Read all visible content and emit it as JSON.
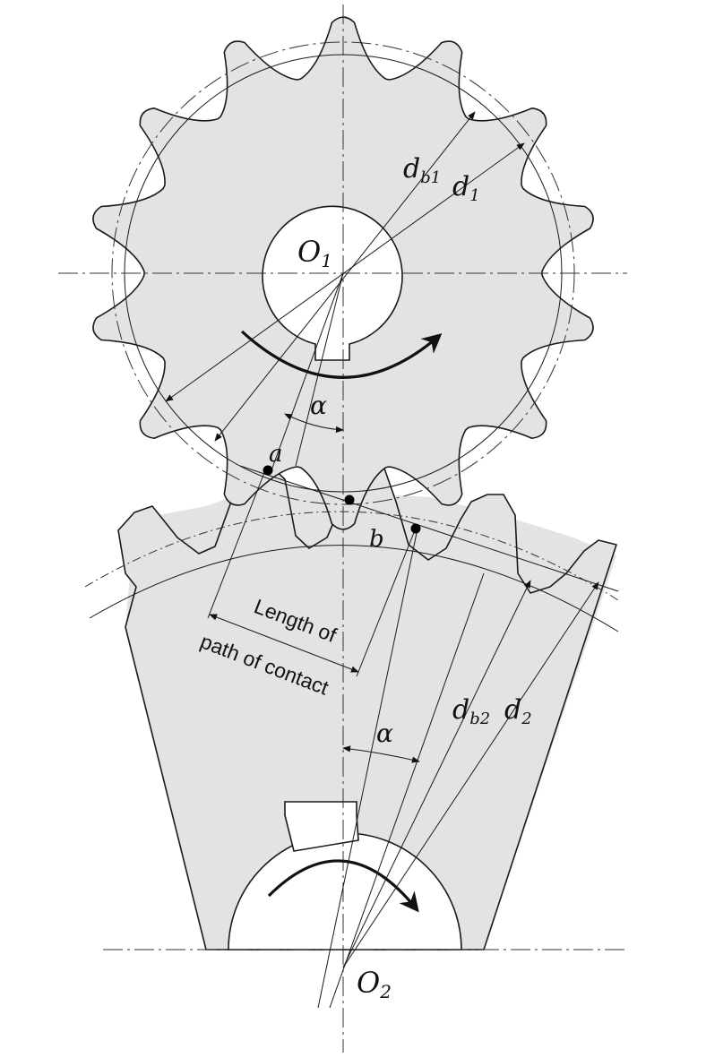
{
  "labels": {
    "center_top": "O",
    "center_top_sub": "1",
    "center_bottom": "O",
    "center_bottom_sub": "2",
    "base_diameter_1": "d",
    "base_diameter_1_sub": "b1",
    "pitch_diameter_1": "d",
    "pitch_diameter_1_sub": "1",
    "base_diameter_2": "d",
    "base_diameter_2_sub": "b2",
    "pitch_diameter_2": "d",
    "pitch_diameter_2_sub": "2",
    "pressure_angle_top": "α",
    "pressure_angle_bottom": "α",
    "contact_point_start": "a",
    "contact_point_end": "b",
    "path_line_1": "Length of",
    "path_line_2": "path of contact"
  },
  "colors": {
    "gear_fill": "#e3e3e3",
    "outline": "#1a1a1a",
    "background": "#ffffff"
  }
}
